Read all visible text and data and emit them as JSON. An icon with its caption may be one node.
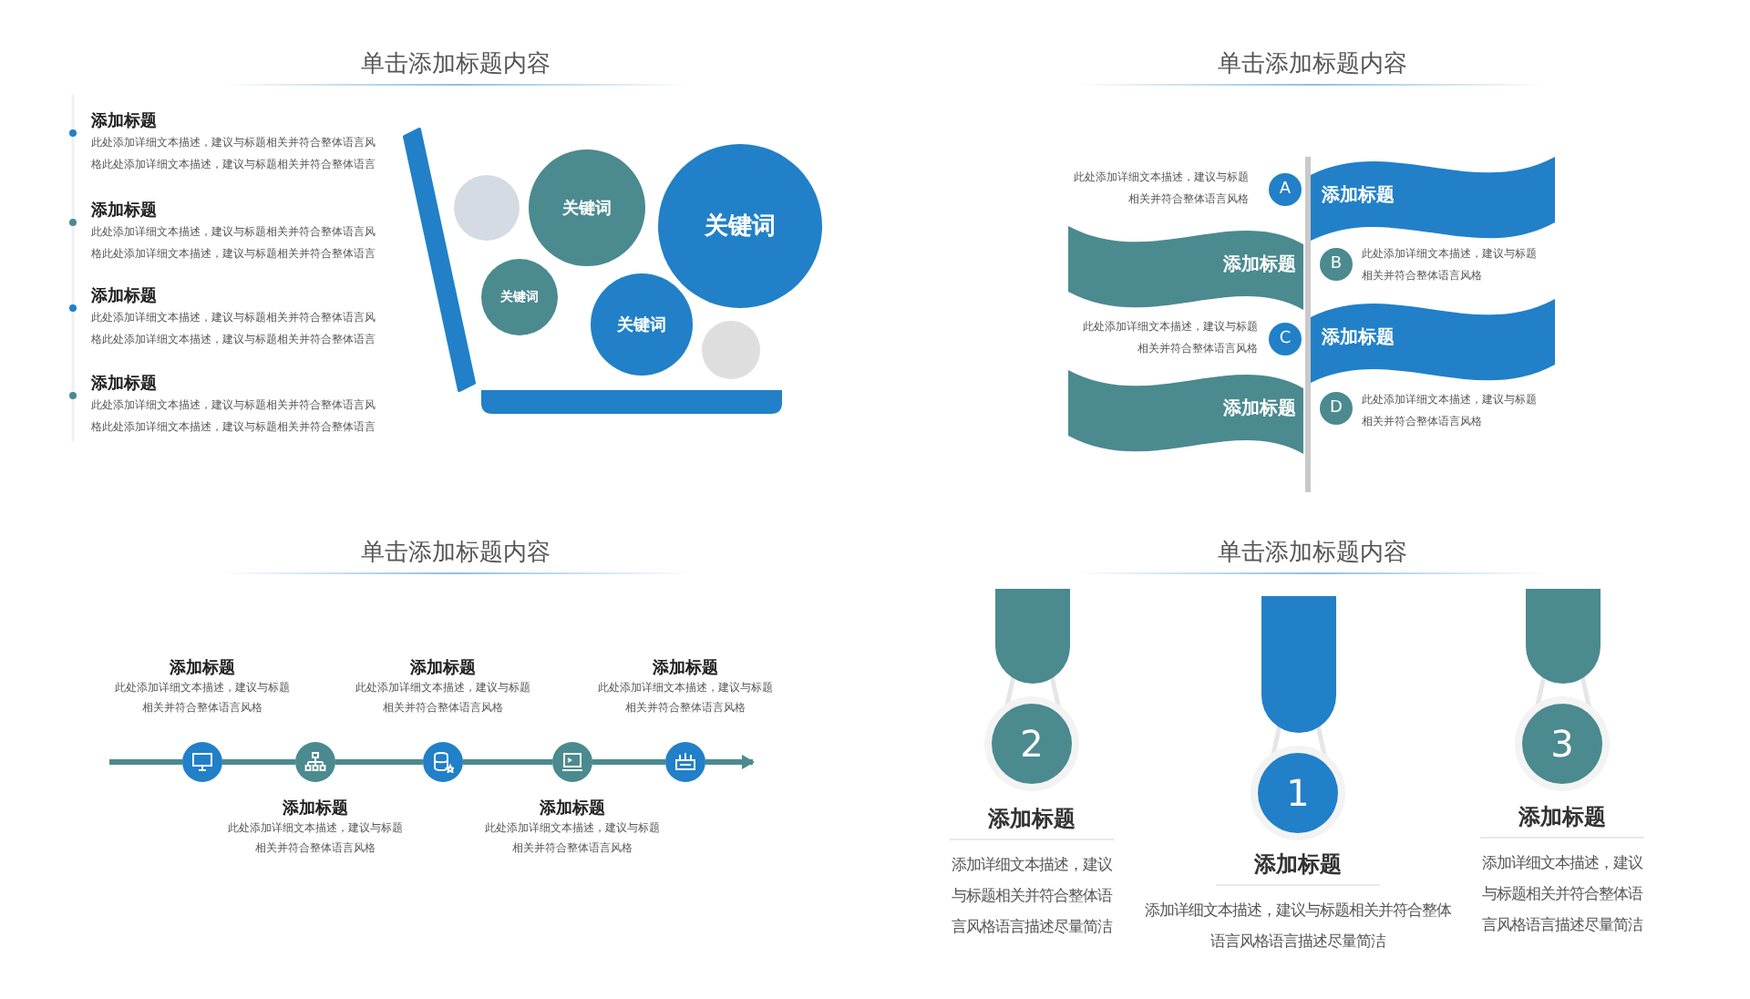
{
  "diagram": {
    "nodes": [
      {
        "text": [],
        "shape": "circle"
      },
      {
        "text": [
          "关键词"
        ]
      },
      {
        "text": [
          "关键词"
        ]
      },
      {
        "text": [
          "关键词"
        ]
      },
      {
        "text": [
          "关键词"
        ]
      },
      {
        "text": [],
        "shape": "circle"
      },
      {
        "text": [
          "A"
        ],
        "beside": [
          "此处添加详细文本描述，建议与标题相关并符合整体语言风格"
        ]
      },
      {
        "text": [
          "添加标题"
        ]
      },
      {
        "text": [
          "添加标题"
        ]
      },
      {
        "text": [
          "B"
        ],
        "beside": [
          "此处添加详细文本描述，建议与标题相关并符合整体语言风格"
        ]
      },
      {
        "text": [
          "C"
        ],
        "beside": [
          "此处添加详细文本描述，建议与标题相关并符合整体语言风格"
        ]
      },
      {
        "text": [
          "添加标题"
        ]
      },
      {
        "text": [
          "添加标题"
        ]
      },
      {
        "text": [
          "D"
        ],
        "beside": [
          "此处添加详细文本描述，建议与标题相关并符合整体语言风格"
        ]
      },
      {
        "text": [],
        "shape": "circle",
        "beside": [
          "添加标题",
          "此处添加详细文本描述，建议与标题相关并符合整体语言风格"
        ]
      },
      {
        "text": [],
        "shape": "circle",
        "beside": [
          "添加标题",
          "此处添加详细文本描述，建议与标题相关并符合整体语言风格"
        ]
      },
      {
        "text": [],
        "shape": "circle",
        "beside": [
          "添加标题",
          "此处添加详细文本描述，建议与标题相关并符合整体语言风格"
        ]
      },
      {
        "text": [],
        "shape": "circle",
        "beside": [
          "添加标题",
          "此处添加详细文本描述，建议与标题相关并符合整体语言风格"
        ]
      },
      {
        "text": [],
        "shape": "circle",
        "beside": [
          "添加标题",
          "此处添加详细文本描述，建议与标题相关并符合整体语言风格"
        ]
      },
      {
        "text": [
          "2"
        ],
        "beside": [
          "添加标题",
          "添加详细文本描述，建议与标题相关并符合整体语言风格语言描述尽量简洁"
        ]
      },
      {
        "text": [
          "1"
        ],
        "beside": [
          "添加标题",
          "添加详细文本描述，建议与标题相关并符合整体语言风格语言描述尽量简洁"
        ]
      },
      {
        "text": [
          "3"
        ],
        "beside": [
          "添加标题",
          "添加详细文本描述，建议与标题相关并符合整体语言风格语言描述尽量简洁"
        ]
      }
    ],
    "edges": [
      {
        "from": null,
        "to": 14,
        "arrow": "none"
      },
      {
        "from": 14,
        "to": 15,
        "arrow": "none"
      },
      {
        "from": 15,
        "to": 16,
        "arrow": "none"
      },
      {
        "from": 16,
        "to": 17,
        "arrow": "none"
      },
      {
        "from": 17,
        "to": 18,
        "arrow": "none"
      },
      {
        "from": 18,
        "to": null,
        "arrow": "to"
      }
    ],
    "labels": [
      "单击添加标题内容",
      "单击添加标题内容",
      "添加标题",
      "此处添加详细文本描述，建议与标题相关并符合整体语言风格此处添加详细文本描述，建议与标题相关并符合整体语言",
      "添加标题",
      "此处添加详细文本描述，建议与标题相关并符合整体语言风格此处添加详细文本描述，建议与标题相关并符合整体语言",
      "添加标题",
      "此处添加详细文本描述，建议与标题相关并符合整体语言风格此处添加详细文本描述，建议与标题相关并符合整体语言",
      "添加标题",
      "此处添加详细文本描述，建议与标题相关并符合整体语言风格此处添加详细文本描述，建议与标题相关并符合整体语言",
      "单击添加标题内容",
      "单击添加标题内容"
    ]
  }
}
